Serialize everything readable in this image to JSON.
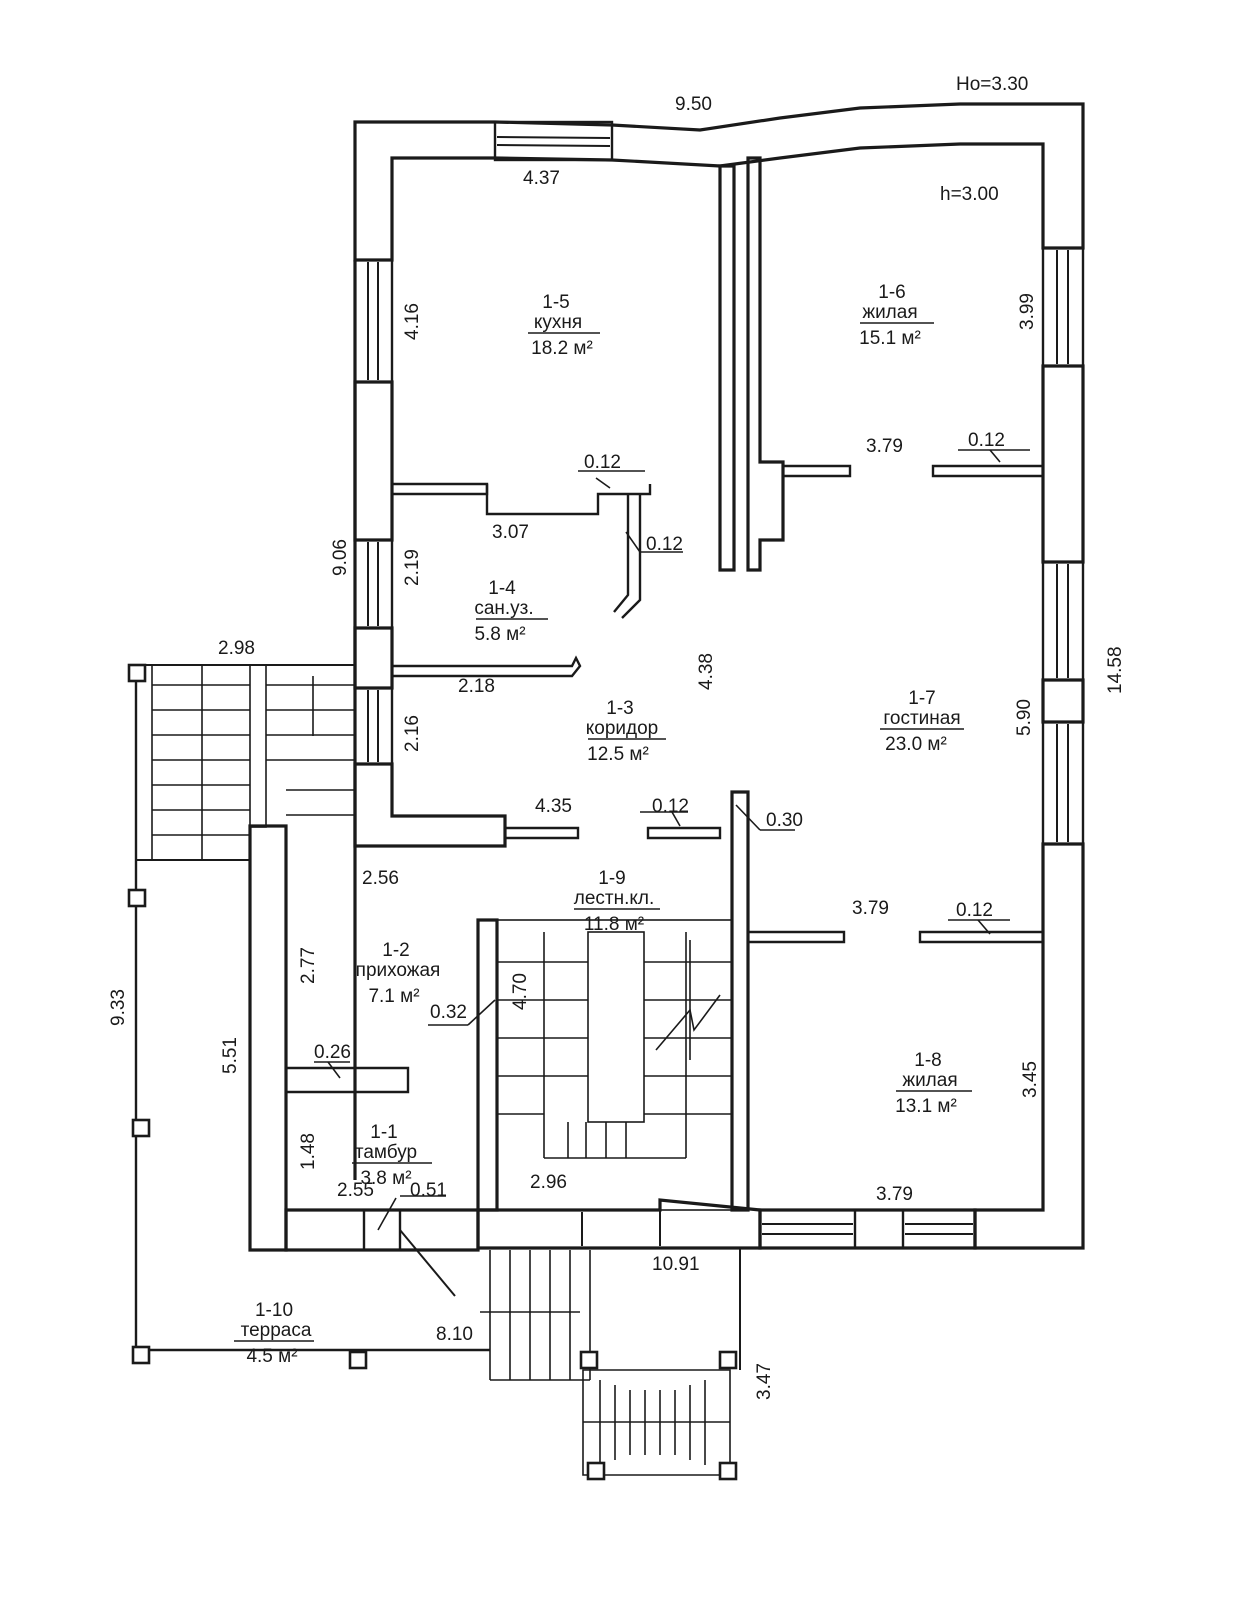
{
  "header": {
    "ceiling_outer": "Нo=3.30",
    "ceiling_inner": "h=3.00"
  },
  "rooms": [
    {
      "id": "1-5",
      "name": "кухня",
      "area": "18.2 м²"
    },
    {
      "id": "1-6",
      "name": "жилая",
      "area": "15.1 м²"
    },
    {
      "id": "1-4",
      "name": "сан.уз.",
      "area": "5.8 м²"
    },
    {
      "id": "1-3",
      "name": "коридор",
      "area": "12.5 м²"
    },
    {
      "id": "1-7",
      "name": "гостиная",
      "area": "23.0 м²"
    },
    {
      "id": "1-9",
      "name": "лестн.кл.",
      "area": "11.8 м²"
    },
    {
      "id": "1-2",
      "name": "прихожая",
      "area": "7.1 м²"
    },
    {
      "id": "1-8",
      "name": "жилая",
      "area": "13.1 м²"
    },
    {
      "id": "1-1",
      "name": "тамбур",
      "area": "3.8 м²"
    },
    {
      "id": "1-10",
      "name": "терраса",
      "area": "4.5 м²"
    }
  ],
  "dimensions": {
    "top_outer": "9.50",
    "kitchen_width": "4.37",
    "kitchen_depth": "4.16",
    "bedroom1_depth": "3.99",
    "bedroom1_width": "3.79",
    "part_012_a": "0.12",
    "part_012_b": "0.12",
    "part_012_c": "0.12",
    "bath_width": "3.07",
    "left_wall_906": "9.06",
    "bath_depth": "2.19",
    "corridor_length": "4.38",
    "right_outer": "14.58",
    "bath_inner": "2.18",
    "terrace_top": "2.98",
    "corridor_depth": "2.16",
    "living_depth": "5.90",
    "corridor_width": "4.35",
    "part_012_d": "0.12",
    "wall_030": "0.30",
    "hall_width": "2.56",
    "living_width": "3.79",
    "part_012_e": "0.12",
    "hall_depth": "2.77",
    "stair_length": "4.70",
    "wall_032": "0.32",
    "terrace_left": "9.33",
    "terrace_inner": "5.51",
    "wall_026": "0.26",
    "bedroom2_depth": "3.45",
    "vestibule_depth": "1.48",
    "vestibule_width": "2.55",
    "wall_051": "0.51",
    "stair_width": "2.96",
    "bedroom2_width": "3.79",
    "bottom_outer": "10.91",
    "terrace_bottom": "8.10",
    "porch_depth": "3.47"
  }
}
